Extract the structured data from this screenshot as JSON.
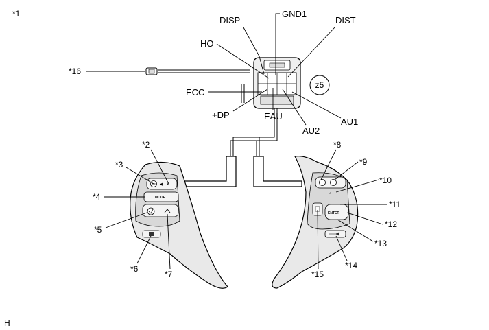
{
  "corner_label": "*1",
  "footer_label": "H",
  "connector_id": "z5",
  "terminals": {
    "disp": "DISP",
    "gnd1": "GND1",
    "dist": "DIST",
    "ho": "HO",
    "ecc": "ECC",
    "dp": "+DP",
    "eau": "EAU",
    "au2": "AU2",
    "au1": "AU1"
  },
  "callouts": {
    "c2": "*2",
    "c3": "*3",
    "c4": "*4",
    "c5": "*5",
    "c6": "*6",
    "c7": "*7",
    "c8": "*8",
    "c9": "*9",
    "c10": "*10",
    "c11": "*11",
    "c12": "*12",
    "c13": "*13",
    "c14": "*14",
    "c15": "*15",
    "c16": "*16"
  },
  "button_text": {
    "mode": "MODE",
    "enter": "ENTER"
  }
}
